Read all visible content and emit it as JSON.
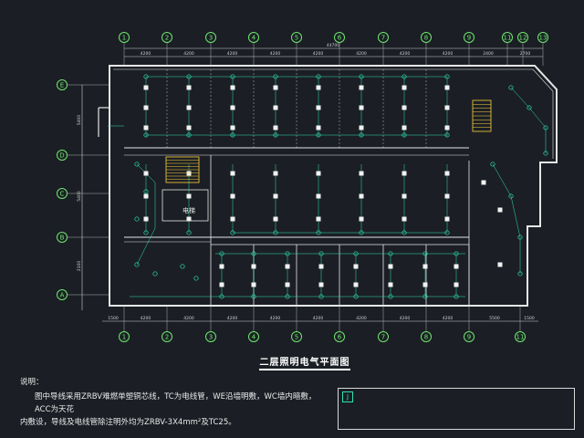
{
  "axes": {
    "top_labels": [
      "1",
      "2",
      "3",
      "4",
      "5",
      "6",
      "7",
      "8",
      "9",
      "11",
      "12",
      "13"
    ],
    "bottom_labels": [
      "1",
      "2",
      "3",
      "4",
      "5",
      "6",
      "7",
      "8",
      "9",
      "11"
    ],
    "left_labels": [
      "E",
      "D",
      "C",
      "B",
      "A"
    ],
    "top_total": "44700",
    "top_segments": [
      "4200",
      "4200",
      "4200",
      "4200",
      "4200",
      "4200",
      "4200",
      "4200",
      "2400",
      "2700"
    ],
    "bottom_segments": [
      "1500",
      "4200",
      "4200",
      "4200",
      "4200",
      "4200",
      "4200",
      "4200",
      "4200",
      "5500",
      "1500"
    ],
    "left_dims": [
      "5400",
      "5400",
      "2100"
    ]
  },
  "labels": {
    "elevator": "电梯"
  },
  "plan_title": "二层照明电气平面图",
  "notes": {
    "heading": "说明：",
    "line1": "图中导线采用ZRBV难燃单塑铜芯线，TC为电线管，WE沿墙明敷，WC墙内暗敷，ACC为天花",
    "line2": "内敷设，导线及电线管除注明外均为ZRBV-3X4mm²及TC25。"
  },
  "colors": {
    "background": "#1b1f25",
    "wall": "#e6e6e6",
    "circuit": "#2fe1b0",
    "fixture": "#f1f1f1",
    "axis_bubble": "#6ee66e",
    "dimension": "#d0d0d0"
  }
}
